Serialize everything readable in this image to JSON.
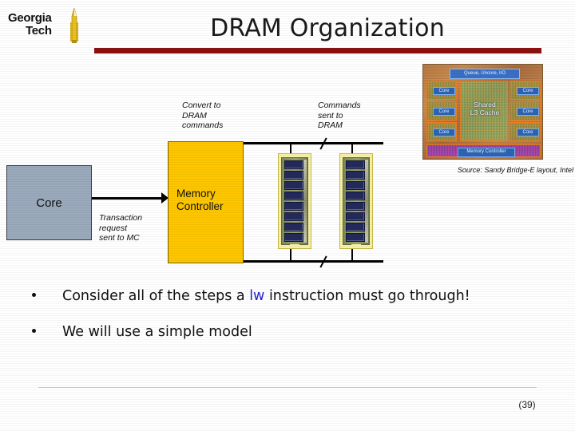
{
  "slide": {
    "title": "DRAM Organization",
    "page_number": "(39)"
  },
  "logo": {
    "line1": "Georgia",
    "line2": "Tech",
    "icon": "gt-tower-icon"
  },
  "diagram": {
    "core_label": "Core",
    "memory_controller_label": "Memory\nController",
    "annotations": {
      "convert": "Convert to\nDRAM\ncommands",
      "commands": "Commands\nsent to\nDRAM",
      "transaction": "Transaction\nrequest\nsent to MC"
    },
    "dimm_count": 2,
    "chips_per_dimm": 8
  },
  "die_photo": {
    "queue_label": "Queue, Uncore, I/O",
    "l3_label": "Shared\nL3 Cache",
    "memory_controller_label": "Memory Controller",
    "core_labels": [
      "Core",
      "Core",
      "Core",
      "Core",
      "Core",
      "Core"
    ],
    "source": "Source: Sandy Bridge-E layout, Intel"
  },
  "bullets": [
    {
      "pre": "Consider all of the steps a ",
      "keyword": "lw",
      "post": " instruction must go through!"
    },
    {
      "pre": "We will use a simple model",
      "keyword": "",
      "post": ""
    }
  ],
  "colors": {
    "title_bar": "#8b1110",
    "memory_controller": "#fdc600",
    "core_box": "#9aa9bb",
    "keyword": "#2323d0",
    "dimm_border": "#f6f0a8"
  }
}
